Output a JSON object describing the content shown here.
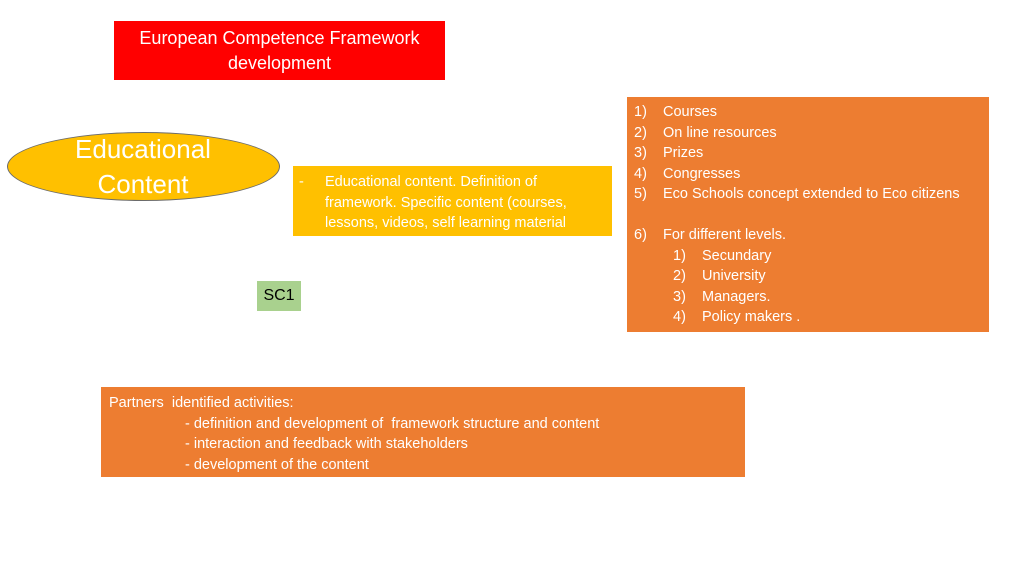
{
  "title": "European Competence Framework development",
  "educational_content": {
    "label_line1": "Educational",
    "label_line2": "Content",
    "description_dash": "-",
    "description_lines": [
      "Educational content. Definition of",
      "framework. Specific content (courses,",
      "lessons, videos, self learning material"
    ]
  },
  "sc1": "SC1",
  "resources": {
    "items": [
      {
        "num": "1)",
        "text": "Courses"
      },
      {
        "num": "2)",
        "text": "On line resources"
      },
      {
        "num": "3)",
        "text": "Prizes"
      },
      {
        "num": "4)",
        "text": "Congresses"
      },
      {
        "num": "5)",
        "text": "Eco Schools concept extended to Eco citizens"
      }
    ],
    "levels": {
      "num": "6)",
      "text": "For different levels."
    },
    "level_items": [
      {
        "num": "1)",
        "text": "Secundary"
      },
      {
        "num": "2)",
        "text": "University"
      },
      {
        "num": "3)",
        "text": "Managers."
      },
      {
        "num": "4)",
        "text": "Policy makers ."
      }
    ]
  },
  "partners": {
    "heading": "Partners  identified activities:",
    "activities": [
      "- definition and development of  framework structure and content",
      "- interaction and feedback with stakeholders",
      "- development of the content"
    ]
  },
  "colors": {
    "title_bg": "#ff0000",
    "ellipse_bg": "#ffc000",
    "orange_box": "#ed7d31",
    "sc1_bg": "#a9d18e"
  }
}
